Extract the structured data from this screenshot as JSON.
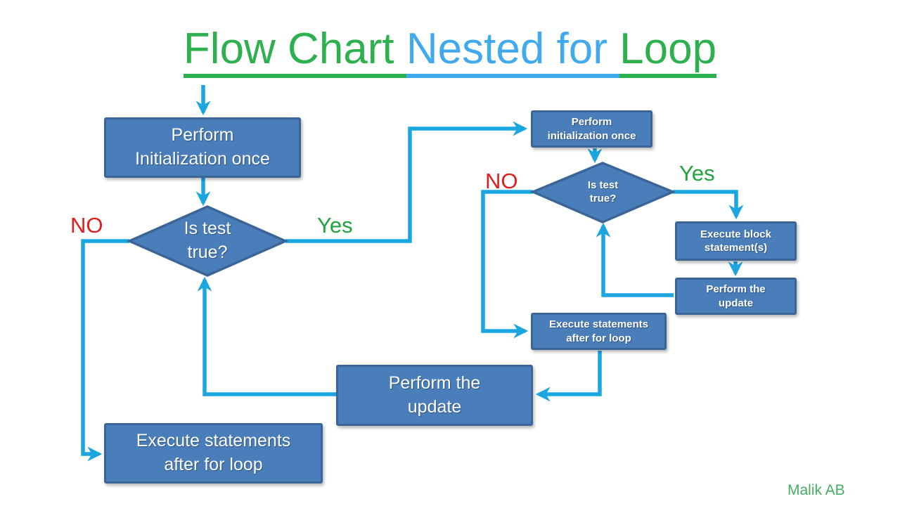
{
  "title": {
    "segments": [
      {
        "text": "Flow Chart ",
        "color": "#2cb14e"
      },
      {
        "text": "Nested for ",
        "color": "#41a9ee"
      },
      {
        "text": "Loop",
        "color": "#2cb14e"
      }
    ]
  },
  "nodes": {
    "outer_init": {
      "l1": "Perform",
      "l2": "Initialization once"
    },
    "outer_diamond": {
      "l1": "Is test",
      "l2": "true?"
    },
    "outer_after": {
      "l1": "Execute statements",
      "l2": "after for loop"
    },
    "outer_update": {
      "l1": "Perform the",
      "l2": "update"
    },
    "inner_init": {
      "l1": "Perform",
      "l2": "initialization once"
    },
    "inner_diamond": {
      "l1": "Is test",
      "l2": "true?"
    },
    "inner_exec": {
      "l1": "Execute block",
      "l2": "statement(s)"
    },
    "inner_update": {
      "l1": "Perform the",
      "l2": "update"
    },
    "inner_after": {
      "l1": "Execute statements",
      "l2": "after for loop"
    }
  },
  "labels": {
    "outer_no": "NO",
    "outer_yes": "Yes",
    "inner_no": "NO",
    "inner_yes": "Yes"
  },
  "watermark": "Malik AB",
  "colors": {
    "box_fill": "#4a7ebb",
    "box_border": "#3a6596",
    "arrow_cyan": "#1ca6e0",
    "title_green": "#2cb14e",
    "title_blue": "#41a9ee",
    "no_red": "#e01e1e",
    "yes_green": "#21a23c",
    "watermark_green": "#46ad61",
    "node_text": "#ffffff",
    "background": "#ffffff"
  }
}
